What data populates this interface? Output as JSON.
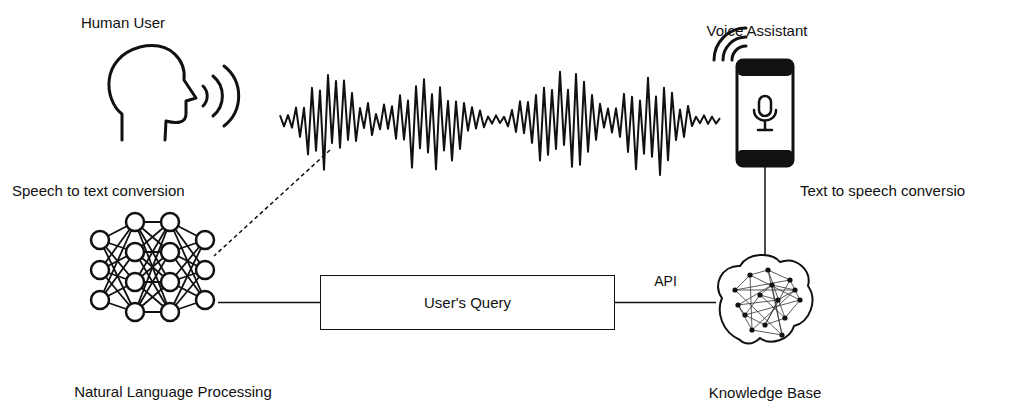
{
  "diagram": {
    "nodes": [
      {
        "text": [
          "Human User"
        ]
      },
      {
        "text": [
          "Voice Assistant"
        ]
      },
      {
        "text": [
          "Natural Language Processing"
        ]
      },
      {
        "text": [
          "User's Query"
        ]
      },
      {
        "text": [
          "Knowledge Base"
        ]
      }
    ],
    "edges": [
      {
        "from": 2,
        "to": 3,
        "arrow": "none"
      },
      {
        "from": 3,
        "to": 4,
        "label": "API",
        "arrow": "none"
      },
      {
        "from": 4,
        "to": 1,
        "arrow": "none"
      }
    ],
    "labels": [
      "Speech to text conversion",
      "Text to speech conversio"
    ]
  }
}
